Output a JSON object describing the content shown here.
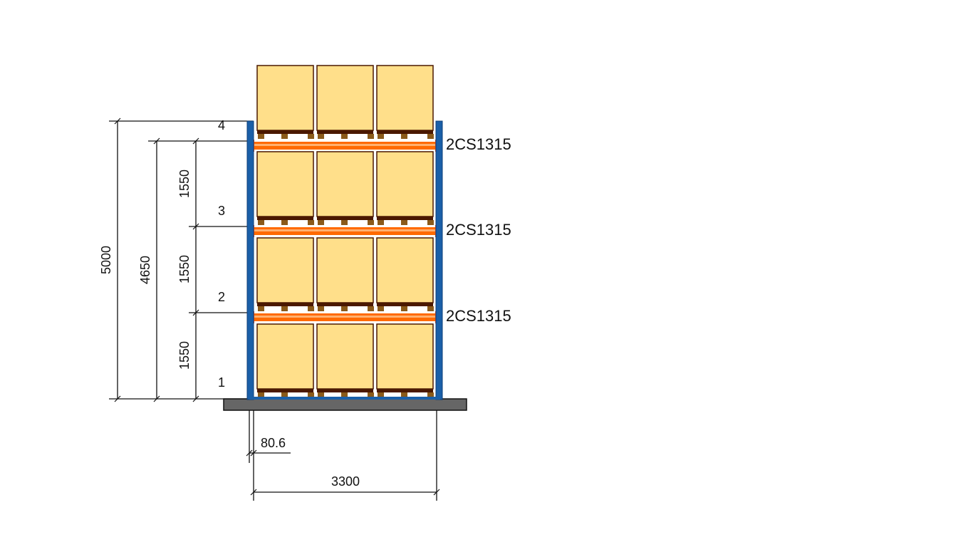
{
  "rack": {
    "levels": [
      "1",
      "2",
      "3",
      "4"
    ],
    "beam_labels": [
      "2CS1315",
      "2CS1315",
      "2CS1315"
    ],
    "pallets_per_level": 3
  },
  "dimensions": {
    "total_height": "5000",
    "top_beam_height": "4650",
    "level_spacing": [
      "1550",
      "1550",
      "1550"
    ],
    "upright_width": "80.6",
    "bay_width": "3300"
  },
  "colors": {
    "upright": "#1a5fa8",
    "beam": "#ff6a00",
    "beam_end": "#e8431a",
    "box": "#ffdf8a",
    "box_border": "#4a1800",
    "pallet_block": "#8a5a1a",
    "floor": "#666666"
  }
}
